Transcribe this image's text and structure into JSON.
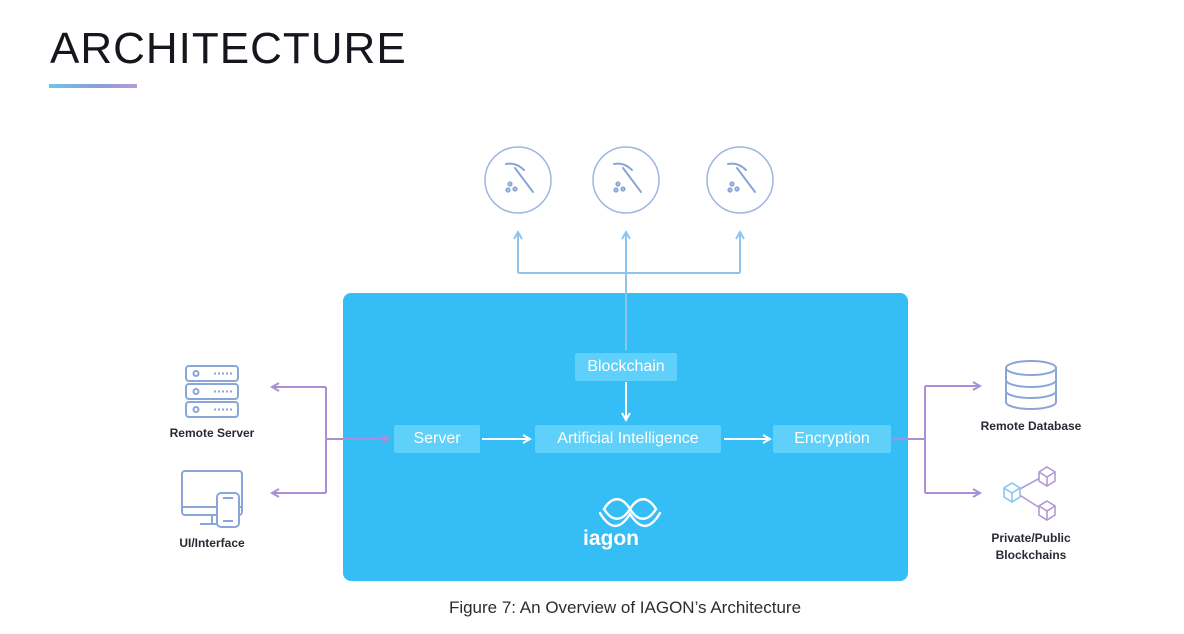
{
  "page": {
    "title": "ARCHITECTURE",
    "caption": "Figure 7: An Overview of IAGON’s Architecture"
  },
  "diagram": {
    "modules": {
      "blockchain": "Blockchain",
      "server": "Server",
      "ai": "Artificial Intelligence",
      "encryption": "Encryption"
    },
    "brand": "iagon",
    "left_nodes": {
      "remote_server": "Remote Server",
      "ui_interface": "UI/Interface"
    },
    "right_nodes": {
      "remote_database": "Remote Database",
      "blockchains_line1": "Private/Public",
      "blockchains_line2": "Blockchains"
    },
    "miners": [
      {
        "icon": "pickaxe-icon"
      },
      {
        "icon": "pickaxe-icon"
      },
      {
        "icon": "pickaxe-icon"
      }
    ]
  },
  "colors": {
    "panel": "#35bdf5",
    "chip": "#5fd0fa",
    "arrow_purple": "#a98fd8",
    "arrow_blue": "#8dc5ee",
    "icon_line": "#8aa6d8"
  }
}
